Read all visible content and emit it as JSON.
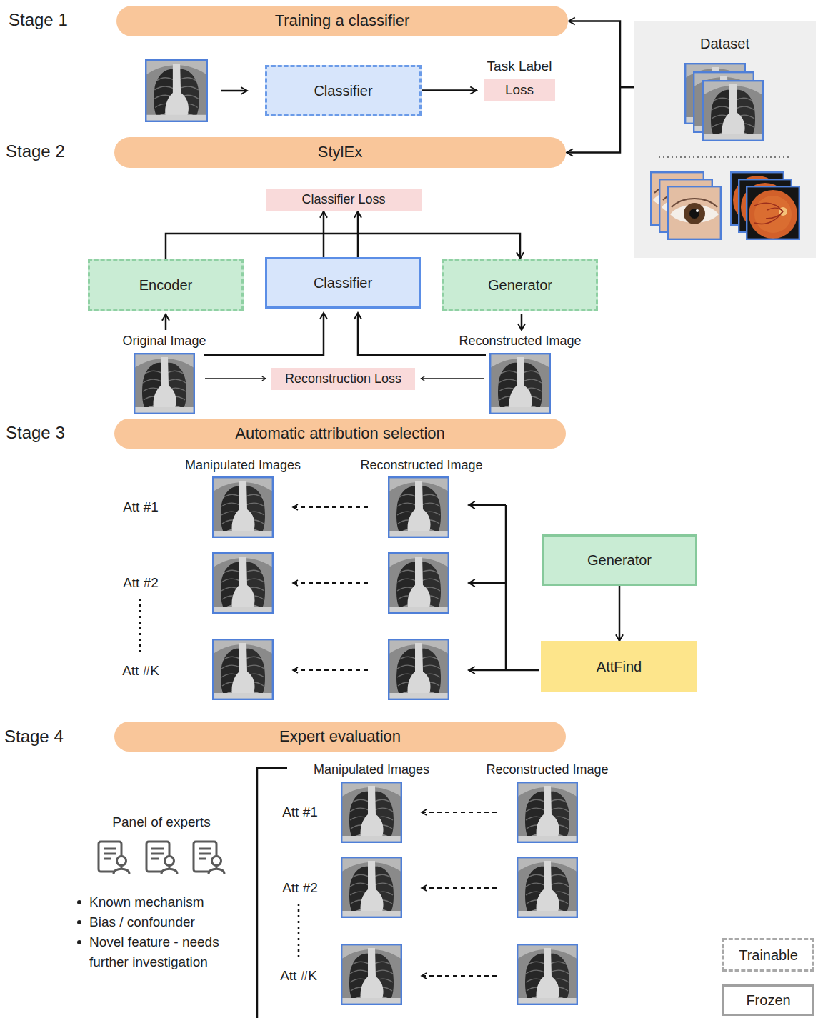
{
  "diagram": {
    "nodes": [
      {
        "text": [
          "Training a classifier"
        ]
      },
      {
        "text": [
          "Classifier"
        ]
      },
      {
        "text": [
          "Task Label",
          "Loss"
        ]
      },
      {
        "text": [
          "Dataset"
        ]
      },
      {
        "text": [
          "StylEx"
        ]
      },
      {
        "text": [
          "Classifier Loss"
        ]
      },
      {
        "text": [
          "Encoder"
        ]
      },
      {
        "text": [
          "Classifier"
        ]
      },
      {
        "text": [
          "Generator"
        ]
      },
      {
        "text": [
          "Reconstruction Loss"
        ]
      },
      {
        "text": [
          "Automatic attribution selection"
        ]
      },
      {
        "text": [
          "Generator"
        ]
      },
      {
        "text": [
          "AttFind"
        ]
      },
      {
        "text": [
          "Expert evaluation"
        ]
      }
    ],
    "edges": [
      {
        "from": 1,
        "to": 2,
        "arrow": "to"
      },
      {
        "from": 3,
        "to": 0,
        "arrow": "to"
      },
      {
        "from": 3,
        "to": 4,
        "arrow": "to"
      },
      {
        "from": 7,
        "to": 5,
        "arrow": "to"
      },
      {
        "from": 7,
        "to": 5,
        "arrow": "to"
      },
      {
        "from": 6,
        "to": 8,
        "arrow": "to"
      },
      {
        "from": 11,
        "to": 12,
        "arrow": "to"
      }
    ],
    "labels": [
      "Stage 1",
      "Stage 2",
      "Original Image",
      "Reconstructed Image",
      "Stage 3",
      "Manipulated Images",
      "Reconstructed Image",
      "Att #1",
      "Att #2",
      "Att #K",
      "Stage 4",
      "Panel of experts",
      "Known mechanism",
      "Bias / confounder",
      "Novel feature - needs further investigation",
      "Manipulated Images",
      "Reconstructed Image",
      "Att #1",
      "Att #2",
      "Att #K"
    ],
    "legend": [
      {
        "text": "Trainable"
      },
      {
        "text": "Frozen"
      }
    ]
  }
}
